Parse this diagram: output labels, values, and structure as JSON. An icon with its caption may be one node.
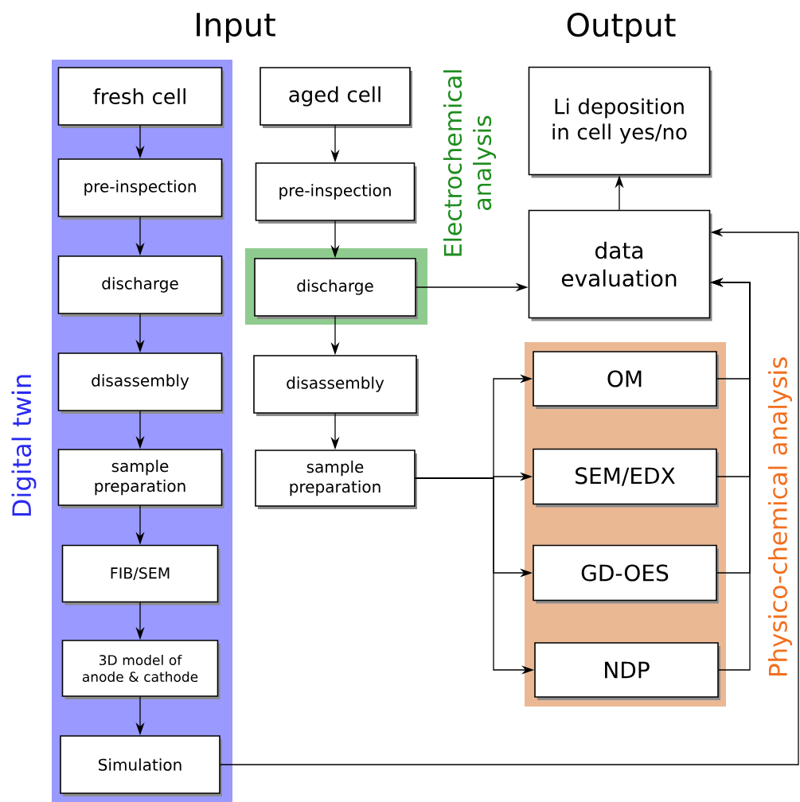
{
  "diagram": {
    "nodes": [
      {
        "text": [
          "Digital twin"
        ]
      },
      {
        "text": [
          "fresh cell"
        ],
        "in": 0
      },
      {
        "text": [
          "pre-inspection"
        ],
        "in": 0
      },
      {
        "text": [
          "discharge"
        ],
        "in": 0
      },
      {
        "text": [
          "disassembly"
        ],
        "in": 0
      },
      {
        "text": [
          "sample preparation"
        ],
        "in": 0
      },
      {
        "text": [
          "FIB/SEM"
        ],
        "in": 0
      },
      {
        "text": [
          "3D model of anode & cathode"
        ],
        "in": 0
      },
      {
        "text": [
          "Simulation"
        ],
        "in": 0
      },
      {
        "text": [
          "aged cell"
        ]
      },
      {
        "text": [
          "pre-inspection"
        ]
      },
      {
        "text": [
          "Electrochemical analysis"
        ]
      },
      {
        "text": [
          "discharge"
        ],
        "in": 11
      },
      {
        "text": [
          "disassembly"
        ]
      },
      {
        "text": [
          "sample preparation"
        ]
      },
      {
        "text": [
          "Li deposition in cell yes/no"
        ]
      },
      {
        "text": [
          "data evaluation"
        ]
      },
      {
        "text": [
          "Physico-chemical analysis"
        ]
      },
      {
        "text": [
          "OM"
        ],
        "in": 17
      },
      {
        "text": [
          "SEM/EDX"
        ],
        "in": 17
      },
      {
        "text": [
          "GD-OES"
        ],
        "in": 17
      },
      {
        "text": [
          "NDP"
        ],
        "in": 17
      }
    ],
    "edges": [
      {
        "from": 1,
        "to": 2,
        "arrow": "to"
      },
      {
        "from": 2,
        "to": 3,
        "arrow": "to"
      },
      {
        "from": 3,
        "to": 4,
        "arrow": "to"
      },
      {
        "from": 4,
        "to": 5,
        "arrow": "to"
      },
      {
        "from": 5,
        "to": 6,
        "arrow": "to"
      },
      {
        "from": 6,
        "to": 7,
        "arrow": "to"
      },
      {
        "from": 7,
        "to": 8,
        "arrow": "to"
      },
      {
        "from": 9,
        "to": 10,
        "arrow": "to"
      },
      {
        "from": 10,
        "to": 12,
        "arrow": "to"
      },
      {
        "from": 12,
        "to": 13,
        "arrow": "to"
      },
      {
        "from": 13,
        "to": 14,
        "arrow": "to"
      },
      {
        "from": 12,
        "to": 16,
        "arrow": "to"
      },
      {
        "from": 14,
        "to": 18,
        "arrow": "to"
      },
      {
        "from": 14,
        "to": 19,
        "arrow": "to"
      },
      {
        "from": 14,
        "to": 20,
        "arrow": "to"
      },
      {
        "from": 14,
        "to": 21,
        "arrow": "to"
      },
      {
        "from": 18,
        "to": 16,
        "arrow": "to"
      },
      {
        "from": 19,
        "to": 16,
        "arrow": "to"
      },
      {
        "from": 20,
        "to": 16,
        "arrow": "to"
      },
      {
        "from": 21,
        "to": 16,
        "arrow": "to"
      },
      {
        "from": 8,
        "to": 16,
        "arrow": "to"
      },
      {
        "from": 16,
        "to": 15,
        "arrow": "to"
      }
    ],
    "labels": [
      "Input",
      "Output"
    ]
  }
}
